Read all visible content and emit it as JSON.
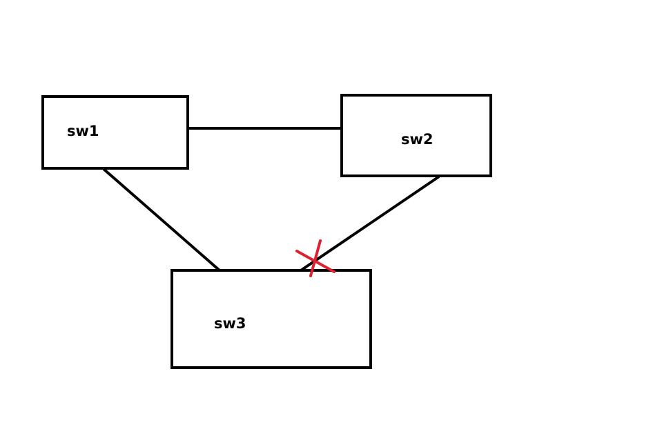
{
  "diagram": {
    "nodes": [
      {
        "id": "sw1",
        "label": "sw1"
      },
      {
        "id": "sw2",
        "label": "sw2"
      },
      {
        "id": "sw3",
        "label": "sw3"
      }
    ],
    "links": [
      {
        "from": "sw1",
        "to": "sw2",
        "status": "up"
      },
      {
        "from": "sw1",
        "to": "sw3",
        "status": "up"
      },
      {
        "from": "sw2",
        "to": "sw3",
        "status": "blocked"
      }
    ],
    "colors": {
      "line": "#000000",
      "blocked_mark": "#e0202e",
      "background": "#ffffff"
    }
  }
}
